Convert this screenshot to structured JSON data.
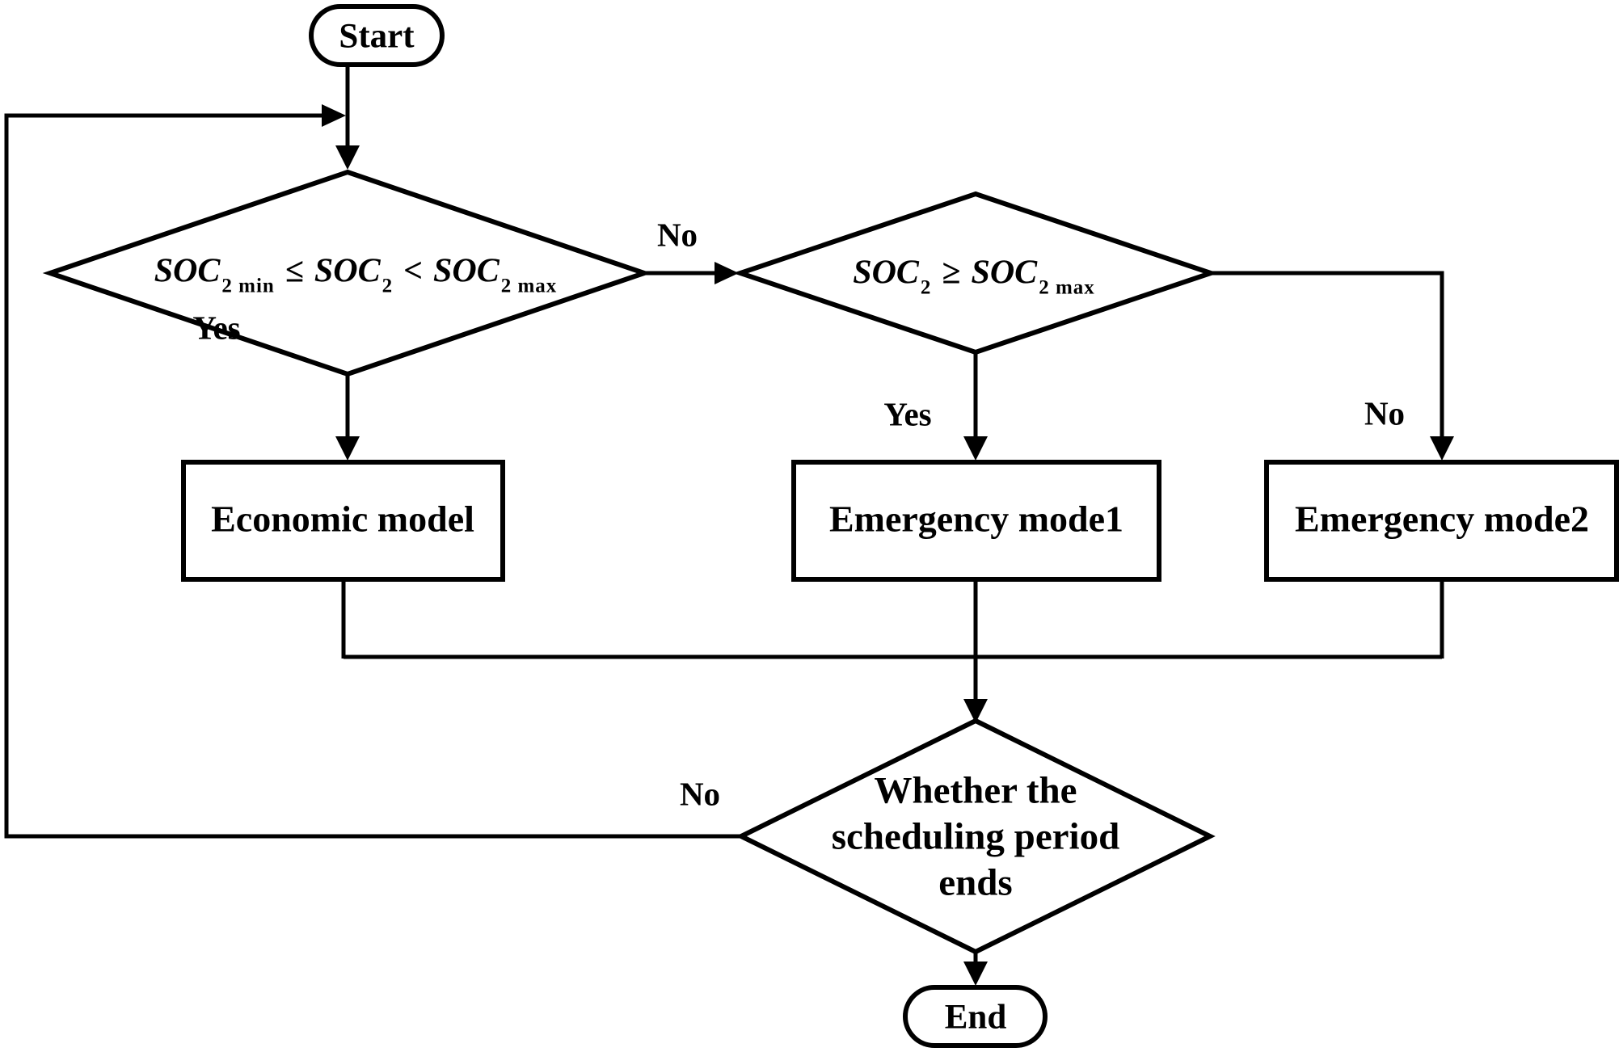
{
  "colors": {
    "line": "#000000",
    "background": "#ffffff",
    "text": "#000000"
  },
  "nodes": {
    "start": {
      "label": "Start"
    },
    "decision1": {
      "seg1": "SOC",
      "sub1": "2 min",
      "op1": "≤",
      "seg2": "SOC",
      "sub2": "2",
      "op2": "<",
      "seg3": "SOC",
      "sub3": "2 max"
    },
    "decision2": {
      "seg1": "SOC",
      "sub1": "2",
      "op1": "≥",
      "seg2": "SOC",
      "sub2": "2 max"
    },
    "economic": {
      "label": "Economic model"
    },
    "emergency1": {
      "label": "Emergency mode1"
    },
    "emergency2": {
      "label": "Emergency mode2"
    },
    "decision3": {
      "line1": "Whether the",
      "line2": "scheduling period",
      "line3": "ends"
    },
    "end": {
      "label": "End"
    }
  },
  "edges": {
    "d1_yes": "Yes",
    "d1_no": "No",
    "d2_yes": "Yes",
    "d2_no": "No",
    "d3_no": "No"
  }
}
